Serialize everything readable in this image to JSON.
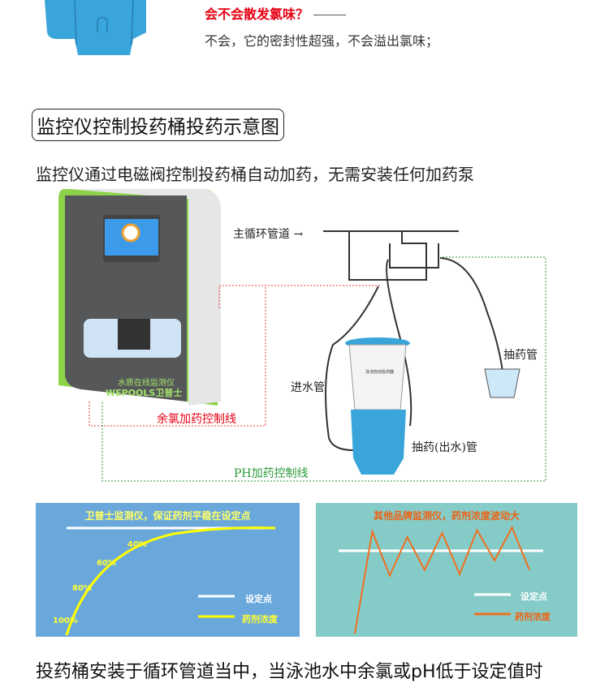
{
  "faq": {
    "question": "会不会散发氯味？",
    "answer": "不会，它的密封性超强，不会溢出氯味；"
  },
  "section": {
    "title": "监控仪控制投药桶投药示意图",
    "subtitle": "监控仪通过电磁阀控制投药桶自动加药，无需安装任何加药泵"
  },
  "diagram": {
    "device_name": "水质在线监测仪",
    "brand": "WEPOOLS卫普士",
    "main_pipe": "主循环管道 →",
    "inlet_pipe": "进水管",
    "suction_pipe": "抽药管",
    "outlet_pipe": "抽药(出水)管",
    "chlorine_line": "余氯加药控制线",
    "ph_line": "PH加药控制线",
    "bucket_label": "泳池自动投药器"
  },
  "chart_data": [
    {
      "type": "line",
      "title": "卫普士监测仪，保证药剂平稳在设定点",
      "annotations": [
        "100%",
        "80%",
        "60%",
        "40%"
      ],
      "legend": [
        "设定点",
        "药剂浓度"
      ],
      "legend_position": "bottom-right",
      "colors": {
        "bg": "#6aa8dc",
        "setpoint": "#ffffff",
        "series": "#ffff00"
      }
    },
    {
      "type": "line",
      "title": "其他品牌监测仪，药剂浓度波动大",
      "legend": [
        "设定点",
        "药剂浓度"
      ],
      "legend_position": "bottom-right",
      "series": [
        {
          "name": "药剂浓度",
          "values": [
            -60,
            14,
            -18,
            10,
            -14,
            13,
            -17,
            15,
            -7,
            17,
            -14
          ]
        }
      ],
      "setpoint": 0,
      "colors": {
        "bg": "#85ccc8",
        "setpoint": "#ffffff",
        "series": "#f07020"
      }
    }
  ],
  "bottom_text": "投药桶安装于循环管道当中，当泳池水中余氯或pH低于设定值时"
}
